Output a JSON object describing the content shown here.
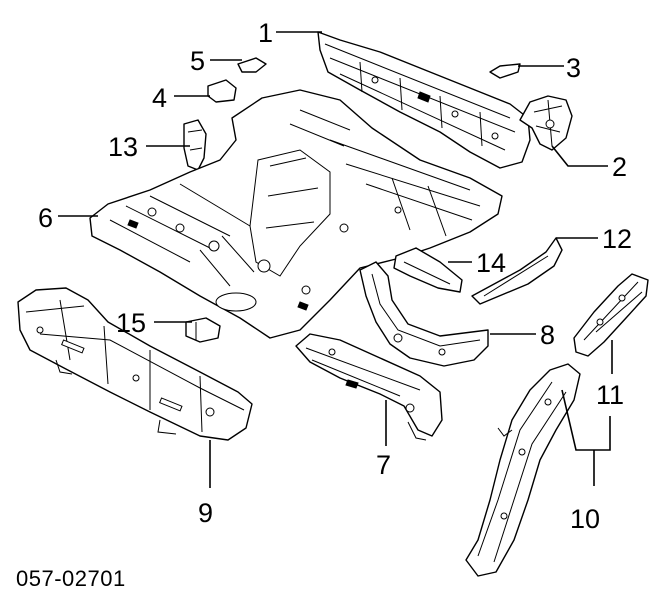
{
  "diagram": {
    "part_code": "057-02701",
    "callouts": [
      "1",
      "2",
      "3",
      "4",
      "5",
      "6",
      "7",
      "8",
      "9",
      "10",
      "11",
      "12",
      "13",
      "14",
      "15"
    ],
    "colors": {
      "ink": "#000000",
      "paper": "#ffffff"
    }
  }
}
